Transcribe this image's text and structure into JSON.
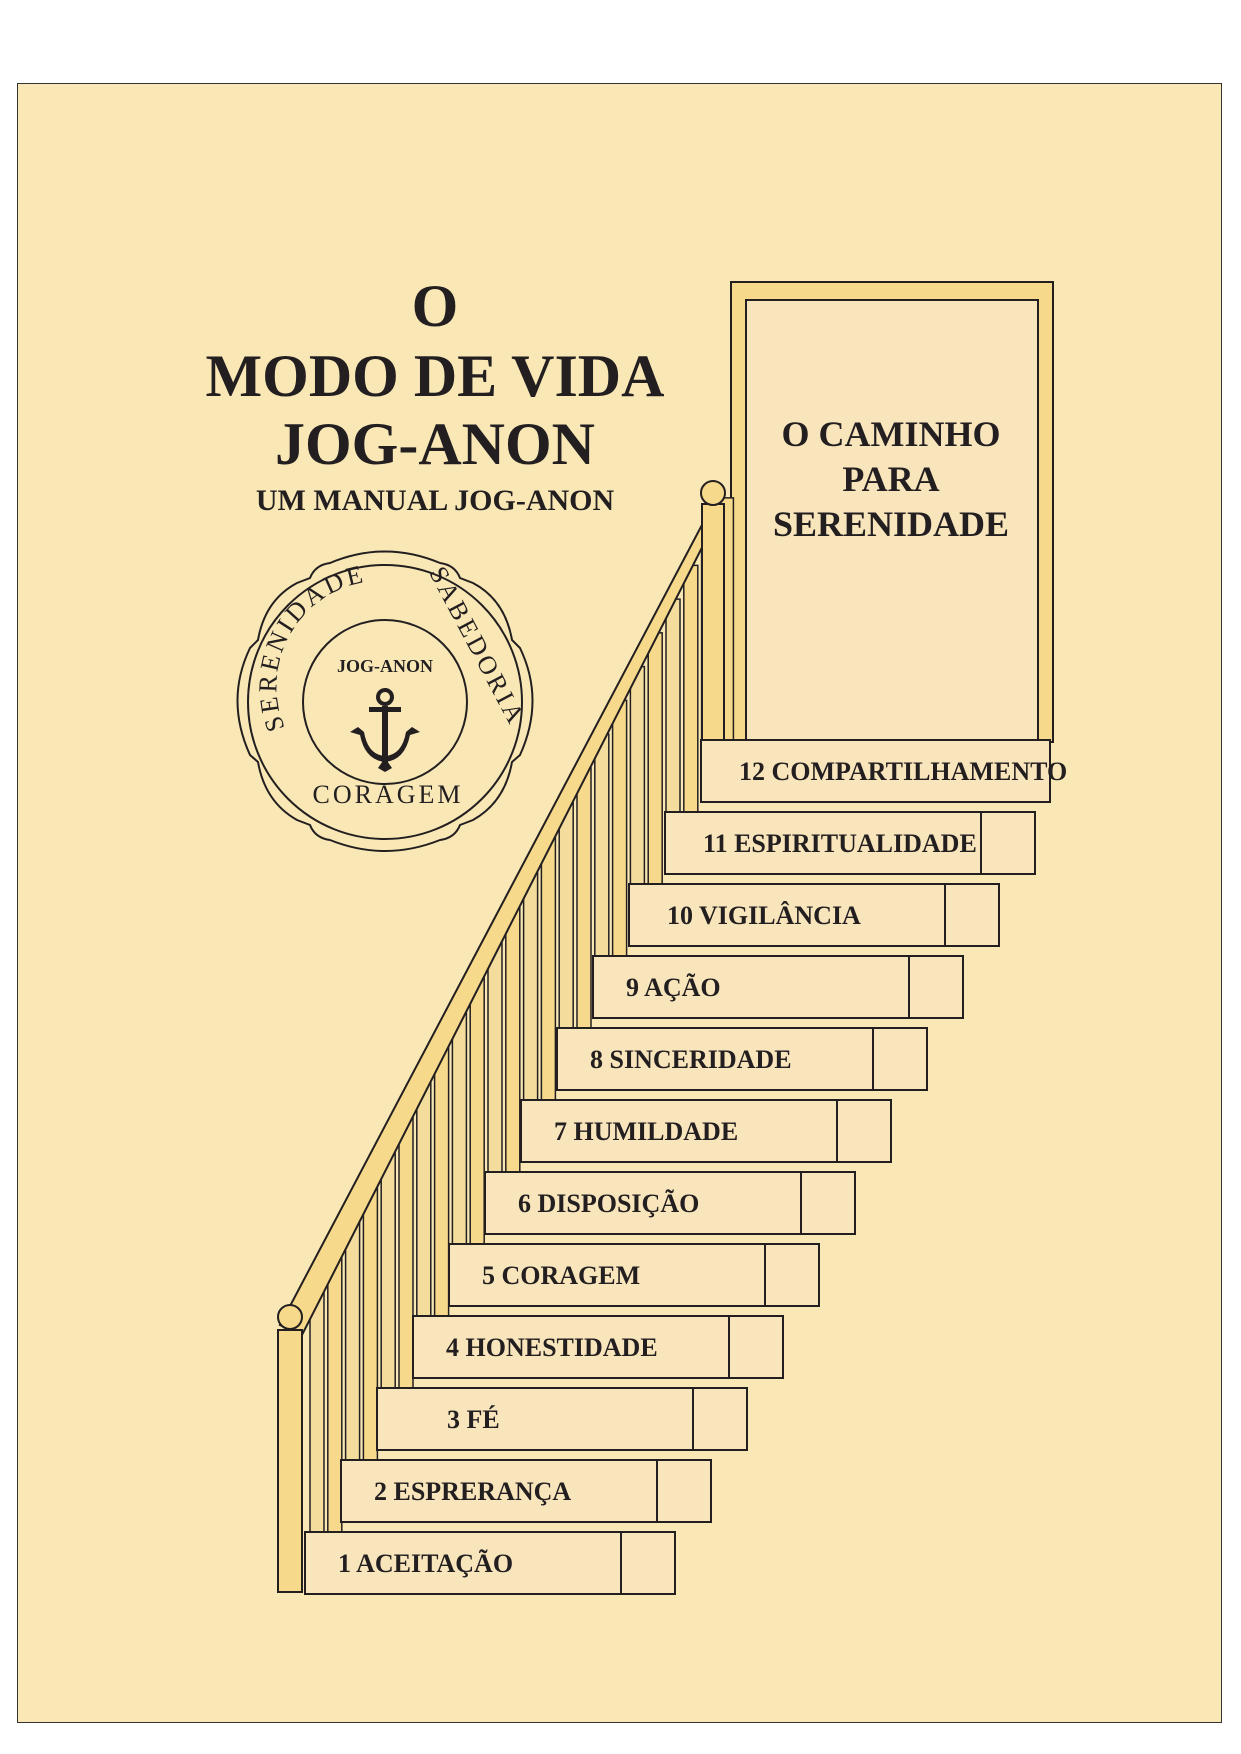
{
  "cover": {
    "title_line1": "O",
    "title_line2": "MODO DE VIDA",
    "title_line3": "JOG-ANON",
    "subtitle": "UM MANUAL JOG-ANON"
  },
  "emblem": {
    "center": "JOG-ANON",
    "top_left": "SERENIDADE",
    "top_right": "SABEDORIA",
    "bottom": "CORAGEM",
    "icon": "anchor-icon"
  },
  "door": {
    "line1": "O CAMINHO",
    "line2": "PARA",
    "line3": "SERENIDADE"
  },
  "steps": [
    "1  ACEITAÇÃO",
    "2  ESPRERANÇA",
    "3  FÉ",
    "4  HONESTIDADE",
    "5  CORAGEM",
    "6  DISPOSIÇÃO",
    "7  HUMILDADE",
    "8  SINCERIDADE",
    "9  AÇÃO",
    "10  VIGILÂNCIA",
    "11  ESPIRITUALIDADE",
    "12  COMPARTILHAMENTO"
  ],
  "colors": {
    "background": "#f9e8b6",
    "step_face": "#f8e5bb",
    "rail": "#f6d98a",
    "ink": "#231f20"
  }
}
